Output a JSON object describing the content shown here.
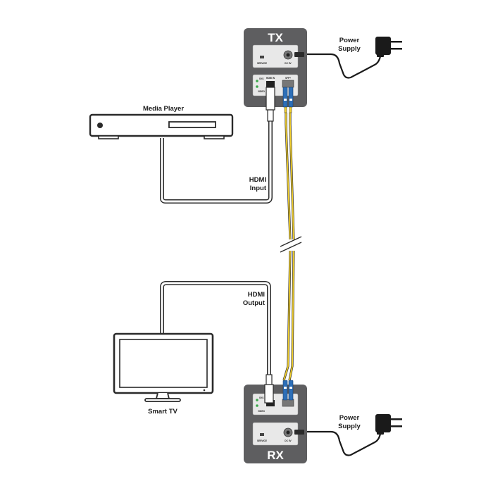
{
  "tx": {
    "title": "TX",
    "service_label": "SERVICE",
    "dc_label": "DC 5V",
    "sys_label": "SYS",
    "video_label": "VIDEO",
    "hdmi_in_label": "HDMI IN",
    "sfp_label": "SFP+"
  },
  "rx": {
    "title": "RX",
    "service_label": "SERVICE",
    "dc_label": "DC 5V",
    "sys_label": "SYS",
    "video_label": "VIDEO"
  },
  "labels": {
    "media_player": "Media Player",
    "smart_tv": "Smart TV",
    "hdmi_input_line1": "HDMI",
    "hdmi_input_line2": "Input",
    "hdmi_output_line1": "HDMI",
    "hdmi_output_line2": "Output",
    "power_supply_top_line1": "Power",
    "power_supply_top_line2": "Supply",
    "power_supply_bottom_line1": "Power",
    "power_supply_bottom_line2": "Supply"
  },
  "colors": {
    "unit_body": "#5e5e60",
    "panel_face": "#e8e8e8",
    "fiber_yellow": "#f2cf2a",
    "fiber_connector_blue": "#2d6fb8",
    "led_green": "#3aa84a",
    "device_outline": "#2a2a2a"
  },
  "icons": {
    "adapter": "power-adapter-icon",
    "break_mark": "cable-break-icon"
  }
}
